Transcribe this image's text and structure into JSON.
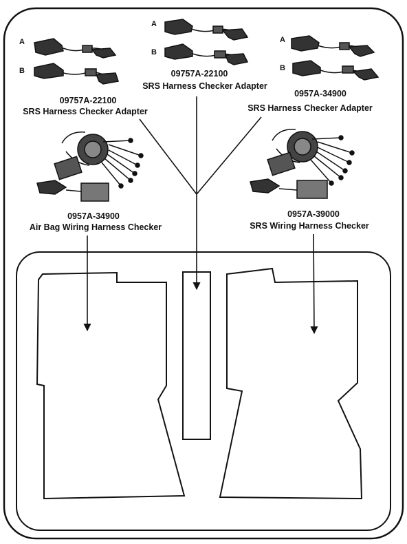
{
  "colors": {
    "line": "#111111",
    "background": "#ffffff"
  },
  "adapters": {
    "left": {
      "part": "09757A-22100",
      "name": "SRS Harness Checker Adapter",
      "plug_a": "A",
      "plug_b": "B"
    },
    "center": {
      "part": "09757A-22100",
      "name": "SRS Harness Checker Adapter",
      "plug_a": "A",
      "plug_b": "B"
    },
    "right": {
      "part": "0957A-34900",
      "name": "SRS Harness Checker Adapter",
      "plug_a": "A",
      "plug_b": "B"
    }
  },
  "checkers": {
    "left": {
      "part": "0957A-34900",
      "name": "Air Bag Wiring Harness Checker"
    },
    "right": {
      "part": "0957A-39000",
      "name": "SRS Wiring Harness Checker"
    }
  }
}
